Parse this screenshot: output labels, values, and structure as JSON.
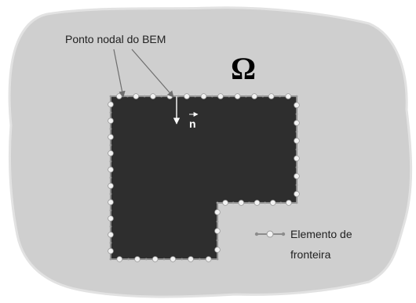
{
  "figure": {
    "domain_symbol": "Ω",
    "nodal_point_label": "Ponto nodal do BEM",
    "normal_label": "n",
    "legend_label_line1": "Elemento de",
    "legend_label_line2": "fronteira",
    "colors": {
      "domain_fill": "#cfcfcf",
      "domain_outline": "#dcdcdc",
      "hole_fill": "#2e2e2e",
      "boundary_line": "#8c8c8c",
      "node_fill": "#f2f2f2",
      "node_stroke": "#9a9a9a",
      "arrow": "#6e6e6e",
      "text": "#222222"
    }
  }
}
